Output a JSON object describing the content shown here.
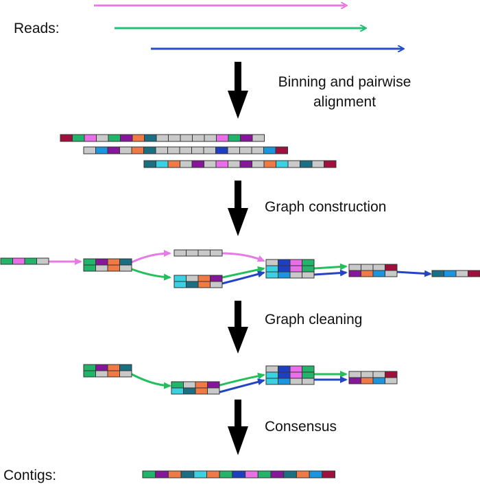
{
  "labels": {
    "reads": "Reads:",
    "contigs": "Contigs:"
  },
  "steps": [
    {
      "line1": "Binning and pairwise",
      "line2": "alignment"
    },
    {
      "line1": "Graph construction"
    },
    {
      "line1": "Graph cleaning"
    },
    {
      "line1": "Consensus"
    }
  ],
  "palette": {
    "R": "#a0103c",
    "G": "#21b46a",
    "P": "#ea6ee8",
    "T": "#c9c9c9",
    "O": "#ef7a46",
    "K": "#1a6f82",
    "V": "#86179a",
    "C": "#3ad2e2",
    "B": "#1f3fc2",
    "L": "#1b95df",
    "read_pink": "#e77be6",
    "read_green": "#22bf78",
    "read_blue": "#2350c4",
    "edge_pink": "#e77be6",
    "edge_green": "#22bf5a",
    "edge_blue": "#2344c4"
  },
  "aligned_reads": [
    "RGPTGVOKTTTTTPGVT",
    "TLVTOKTTTTTBTTTLR",
    "KCOTVTPTVTOCTKTR"
  ],
  "graph_nodes": {
    "n1": [
      "GPGT"
    ],
    "n2": [
      "GVOK",
      "GTOT"
    ],
    "n3": [
      "TTTT"
    ],
    "n4": [
      "CTOV",
      "CKOT"
    ],
    "n5": [
      "TBPG",
      "CBPG",
      "CLTT"
    ],
    "n6": [
      "TTTR",
      "VOLT"
    ],
    "n7": [
      "KLTR"
    ],
    "m2": [
      "GVOK",
      "GTOT"
    ],
    "m4": [
      "GTOV",
      "CKOT"
    ],
    "m5": [
      "TBPG",
      "CBPG",
      "CLTT"
    ],
    "m6": [
      "TTTR",
      "VOLT"
    ]
  },
  "contig": "GVOKCOGBPGVKOLR"
}
